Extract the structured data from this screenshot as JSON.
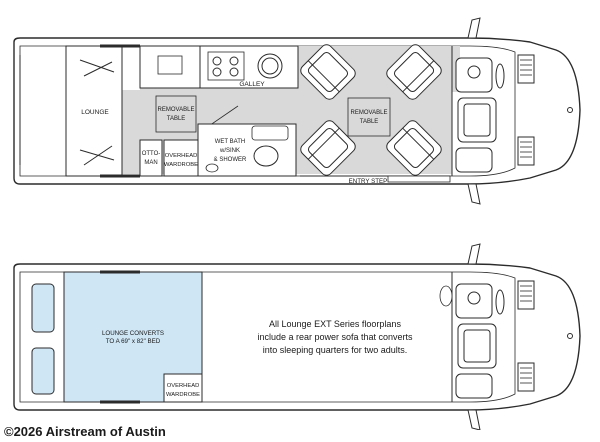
{
  "top_plan": {
    "labels": {
      "lounge": "LOUNGE",
      "galley": "GALLEY",
      "removable_table_left_1": "REMOVABLE",
      "removable_table_left_2": "TABLE",
      "removable_table_right_1": "REMOVABLE",
      "removable_table_right_2": "TABLE",
      "ottoman_1": "OTTO-",
      "ottoman_2": "MAN",
      "overhead_1": "OVERHEAD",
      "overhead_2": "WARDROBE",
      "wet_bath_1": "WET BATH",
      "wet_bath_2": "w/SINK",
      "wet_bath_3": "& SHOWER",
      "entry_step": "ENTRY STEP"
    }
  },
  "bottom_plan": {
    "labels": {
      "bed_1": "LOUNGE CONVERTS",
      "bed_2": "TO A 69\" x 82\" BED",
      "overhead_1": "OVERHEAD",
      "overhead_2": "WARDROBE"
    },
    "description": [
      "All Lounge EXT Series floorplans",
      "include a rear power sofa that converts",
      "into sleeping quarters for two adults."
    ]
  },
  "footer": "©2026 Airstream of Austin",
  "colors": {
    "floor": "#d9d9d9",
    "bed": "#cfe6f5",
    "outline": "#2b2b2b"
  }
}
